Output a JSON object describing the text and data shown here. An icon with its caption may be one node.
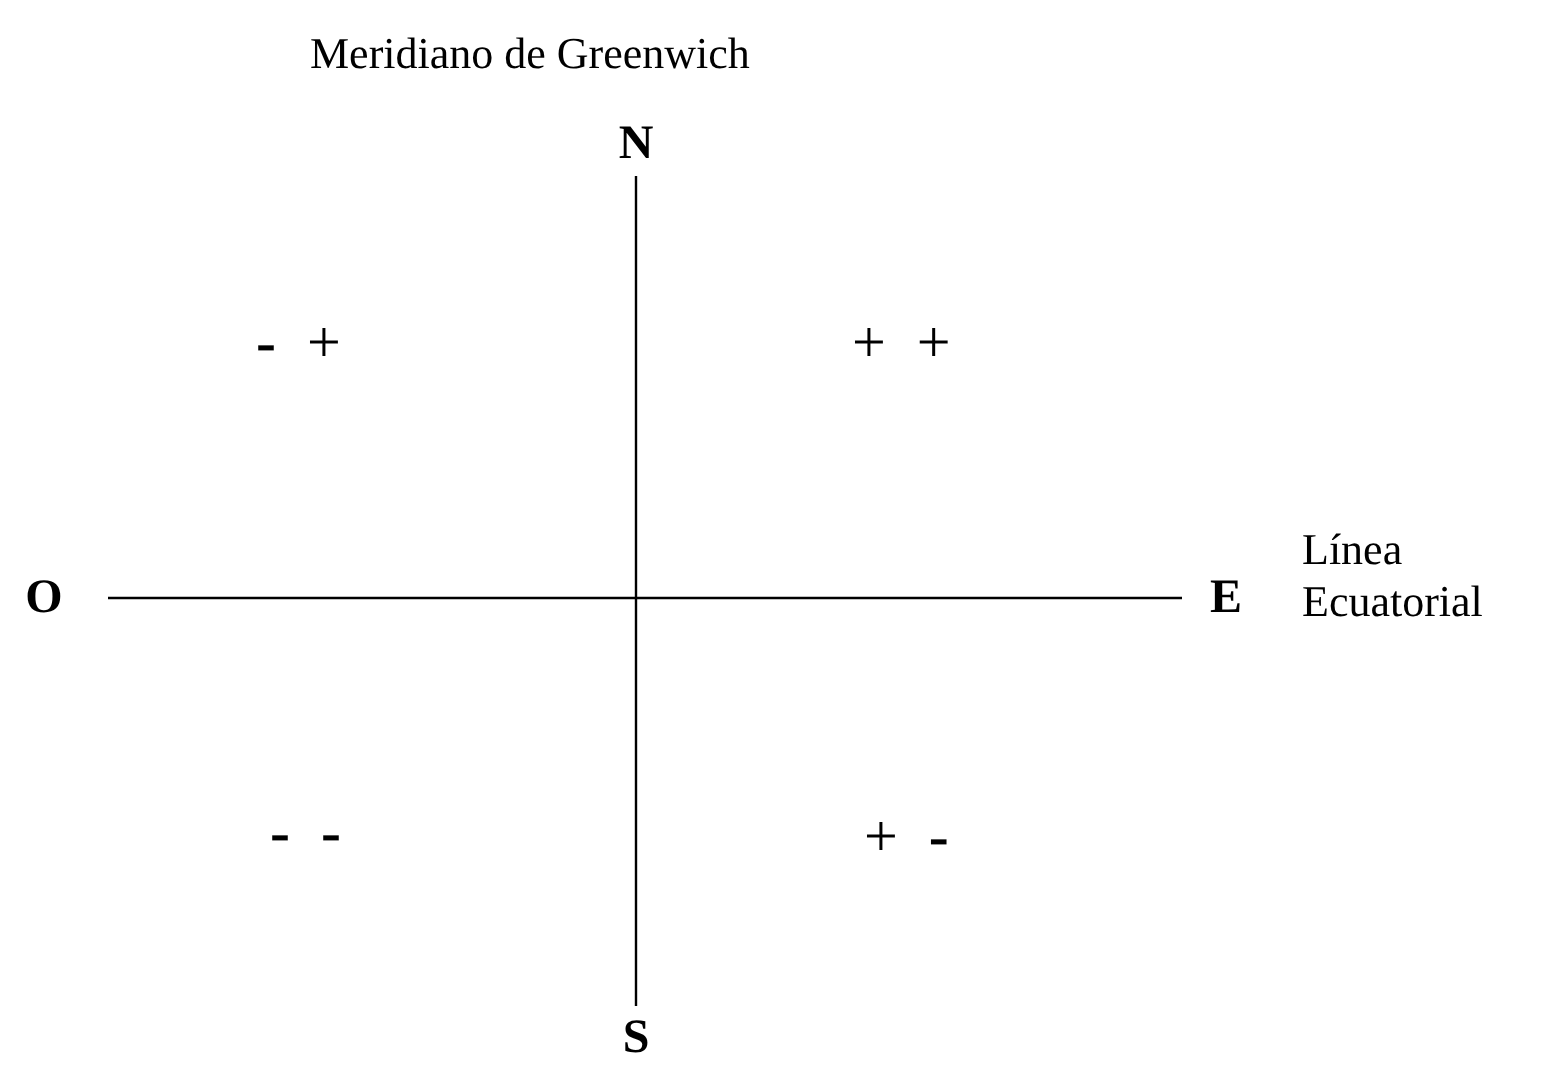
{
  "diagram": {
    "nodes": [
      {
        "text": [
          "N"
        ]
      },
      {
        "text": [
          "O"
        ]
      },
      {
        "text": [
          "E"
        ]
      },
      {
        "text": [
          "S"
        ]
      }
    ],
    "edges": [
      {
        "from": 0,
        "to": 3,
        "arrow": "none"
      },
      {
        "from": 1,
        "to": 2,
        "arrow": "none"
      }
    ],
    "labels": [
      "Meridiano de Greenwich",
      "**-** +",
      "+ +",
      "Línea Ecuatorial",
      "**-** **-**",
      "+ **-**"
    ]
  }
}
